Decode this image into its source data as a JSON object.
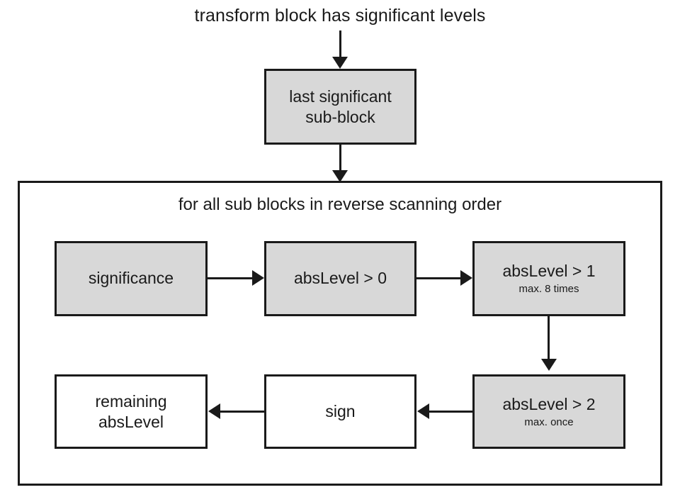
{
  "diagram": {
    "title": "transform block has significant levels",
    "loop_label": "for all sub blocks in reverse scanning order",
    "nodes": {
      "last_sub_block": {
        "label_line1": "last significant",
        "label_line2": "sub-block",
        "fill": "#d8d8d8"
      },
      "significance": {
        "label": "significance",
        "fill": "#d8d8d8"
      },
      "abslevel_gt0": {
        "label": "absLevel > 0",
        "fill": "#d8d8d8"
      },
      "abslevel_gt1": {
        "label": "absLevel > 1",
        "sub": "max. 8 times",
        "fill": "#d8d8d8"
      },
      "abslevel_gt2": {
        "label": "absLevel > 2",
        "sub": "max. once",
        "fill": "#d8d8d8"
      },
      "sign": {
        "label": "sign",
        "fill": "#ffffff"
      },
      "remaining": {
        "label_line1": "remaining",
        "label_line2": "absLevel",
        "fill": "#ffffff"
      }
    },
    "colors": {
      "stroke": "#1a1a1a",
      "node_gray": "#d8d8d8",
      "node_white": "#ffffff",
      "background": "#ffffff"
    }
  }
}
